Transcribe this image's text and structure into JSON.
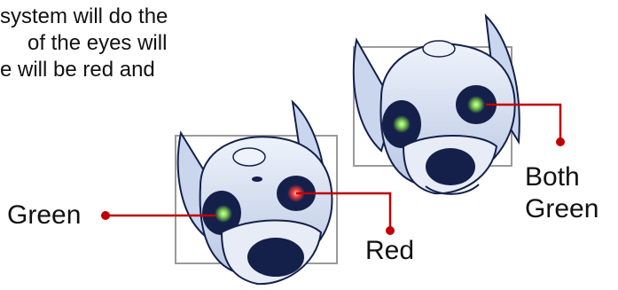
{
  "text": {
    "lines": [
      "system will do the",
      "of the eyes will",
      "e will be red and"
    ]
  },
  "labels": {
    "green": "Green",
    "red": "Red",
    "both_line1": "Both",
    "both_line2": "Green"
  },
  "colors": {
    "callout": "#c00000",
    "eye_green": "#7fd04f",
    "eye_red": "#ff3b3b",
    "head_fill": "#d7e1f2",
    "dark": "#14204a",
    "frame": "#9a9a9a"
  }
}
